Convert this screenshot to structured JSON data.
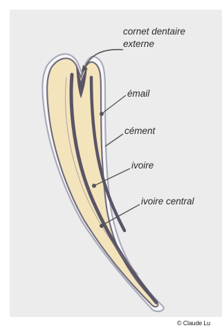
{
  "labels": {
    "cornet_line1": "cornet dentaire",
    "cornet_line2": "externe",
    "email": "émail",
    "cement": "cément",
    "ivoire": "ivoire",
    "ivoire_central": "ivoire central"
  },
  "credit": "© Claude Lu",
  "colors": {
    "panel": "#ececec",
    "dentine": "#f4e4bc",
    "enamel_outline": "#6f6e7e",
    "cement_outline": "#a9a9b9",
    "central_dentine": "#5a5566",
    "leader": "#555555"
  }
}
